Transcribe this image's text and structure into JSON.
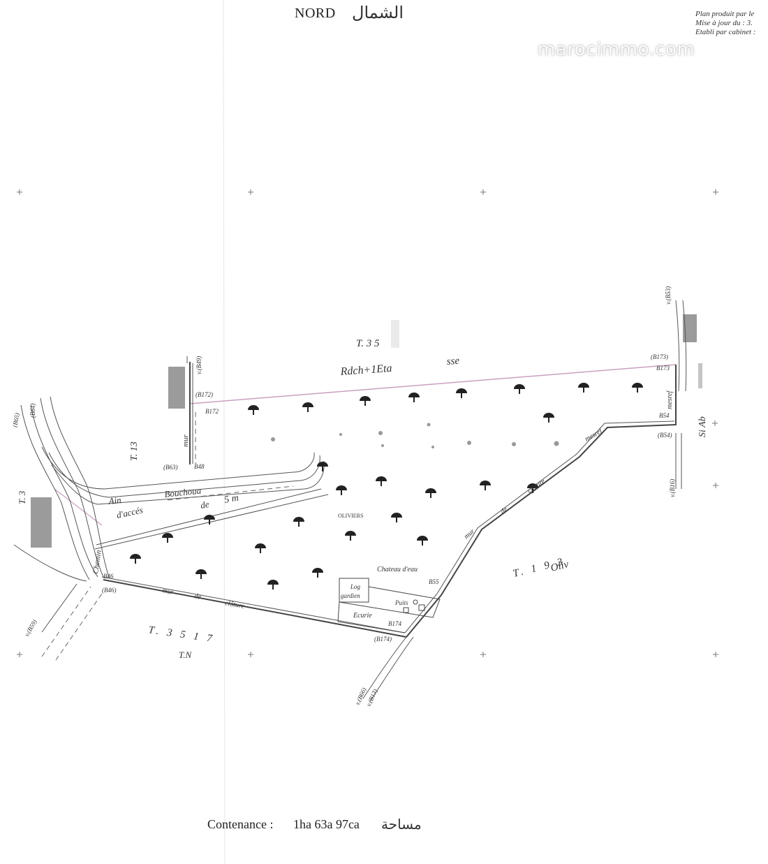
{
  "header": {
    "north_label": "NORD",
    "north_label_ar": "الشمال",
    "meta_lines": [
      "Plan produit par le",
      "Mise à jour du : 3.",
      "Etabli par cabinet :"
    ]
  },
  "watermark": "marocimmo.com",
  "footer": {
    "area_label": "Contenance :",
    "area_value": "1ha 63a 97ca",
    "area_label_ar": "مساحة"
  },
  "plot_labels": {
    "title_parcel": "T. 3 5",
    "building": "Rdch+1Eta",
    "building_tail": "sse",
    "west_parcel": "T. 13",
    "road_1": "Ain",
    "road_2": "Bouchoua",
    "road_3": "d'accés",
    "road_4": "de",
    "road_5": "5 m",
    "mur": "mur",
    "oliviers": "OLIVIERS",
    "chateau": "Chateau d'eau",
    "log": "Log",
    "gardien": "gardien",
    "puits": "Puits",
    "ecurie": "Ecurie",
    "chemin": "Chemin",
    "south_parcel": "T. 3 5 1 7",
    "south_tn": "T.N",
    "south_wall_1": "mur",
    "south_wall_2": "de",
    "south_wall_3": "clôture",
    "east_wall_1": "mur",
    "east_wall_2": "de",
    "east_wall_3": "clôture",
    "mesref": "mesref",
    "mesref_2": "mesref",
    "east_parcel": "T. 1 9 3",
    "east_parcel_2": "Oliv",
    "si_label": "Si Ab",
    "west_t": "T. 3"
  },
  "boundary_points": {
    "b172": "(B172)",
    "b172b": "B172",
    "b173": "(B173)",
    "b173b": "B173",
    "b54": "B54",
    "b54b": "(B54)",
    "b55": "B55",
    "b174": "B174",
    "b174b": "(B174)",
    "b46": "B46",
    "b46b": "(B46)",
    "b48": "B48",
    "b63": "(B63)",
    "v_b49": "v.(B49)",
    "v_b53": "v.(B53)",
    "v_b16": "v.(B16)",
    "v_b59": "v.(B59)",
    "v_b66": "v.(B66)",
    "v_b13": "v.(B13)",
    "b64": "(B64)",
    "b65": "(B65)"
  },
  "colors": {
    "boundary": "#444444",
    "north_line": "#c9a0c0",
    "ink": "#333333",
    "watermark": "#ffffff"
  }
}
